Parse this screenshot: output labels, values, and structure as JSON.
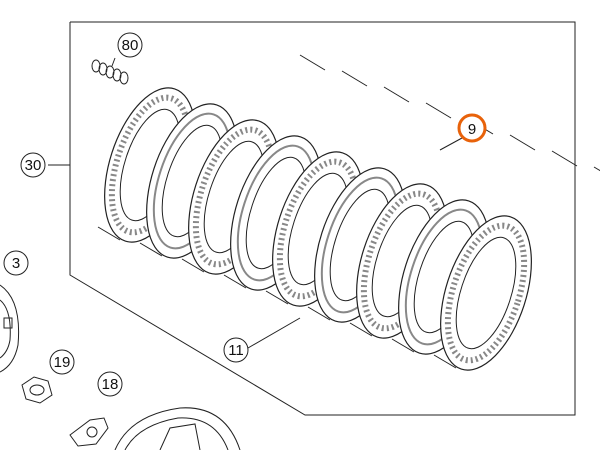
{
  "callouts": {
    "springs": "80",
    "clutch_kit": "30",
    "friction_plate": "9",
    "steel_plate": "11",
    "hub": "3",
    "nut": "19",
    "washer": "18"
  },
  "colors": {
    "line": "#222222",
    "highlight": "#e8620a",
    "background": "#ffffff"
  },
  "highlighted_callout": "9"
}
